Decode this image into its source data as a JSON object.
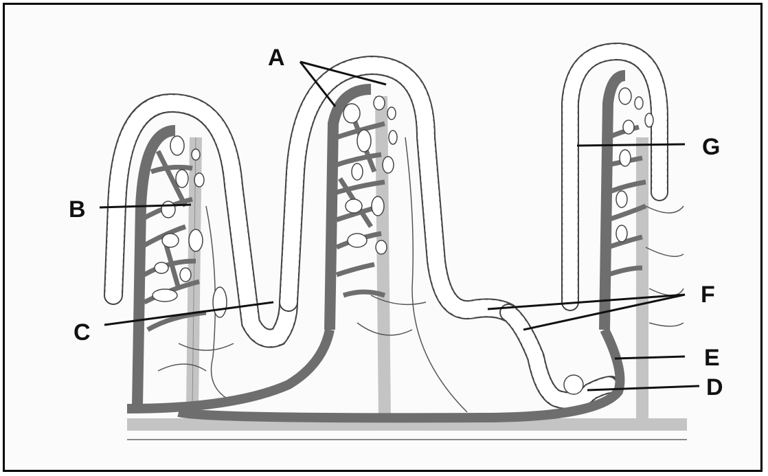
{
  "diagram": {
    "labels": {
      "A": "A",
      "B": "B",
      "C": "C",
      "D": "D",
      "E": "E",
      "F": "F",
      "G": "G"
    },
    "colors": {
      "artery": "#6e6e6e",
      "vein": "#c4c4c4",
      "lacteal": "#ffffff",
      "outline": "#333333",
      "leader": "#111111"
    }
  }
}
